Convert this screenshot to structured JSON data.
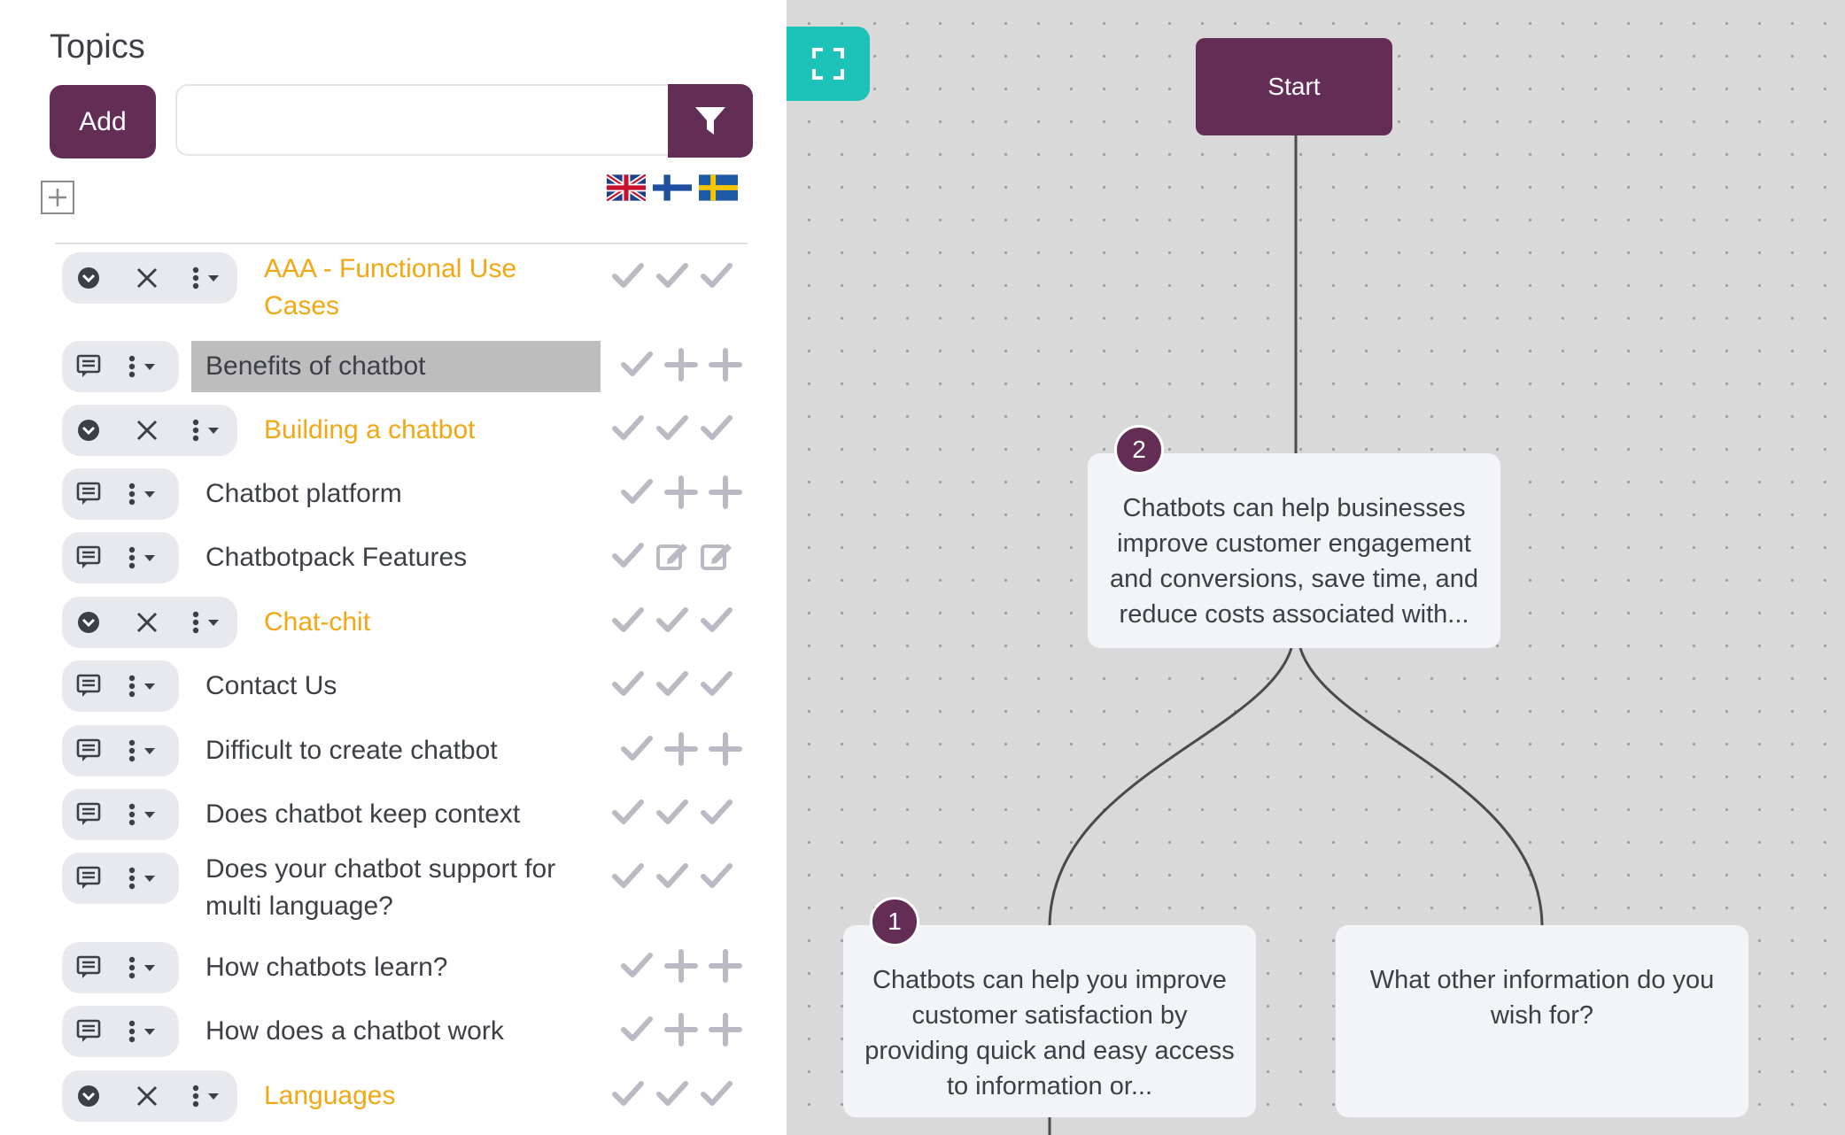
{
  "sidebar": {
    "title": "Topics",
    "add_label": "Add",
    "search": {
      "value": "",
      "placeholder": ""
    },
    "languages": [
      "English",
      "Finnish",
      "Swedish"
    ]
  },
  "topics": [
    {
      "label": "AAA - Functional Use Cases",
      "kind": "folder",
      "status": [
        "check",
        "check",
        "check"
      ]
    },
    {
      "label": "Benefits of chatbot",
      "kind": "leaf",
      "selected": true,
      "status": [
        "check",
        "plus",
        "plus"
      ]
    },
    {
      "label": "Building a chatbot",
      "kind": "folder",
      "status": [
        "check",
        "check",
        "check"
      ]
    },
    {
      "label": "Chatbot platform",
      "kind": "leaf",
      "status": [
        "check",
        "plus",
        "plus"
      ]
    },
    {
      "label": "Chatbotpack Features",
      "kind": "leaf",
      "status": [
        "check",
        "edit",
        "edit"
      ]
    },
    {
      "label": "Chat-chit",
      "kind": "folder",
      "status": [
        "check",
        "check",
        "check"
      ]
    },
    {
      "label": "Contact Us",
      "kind": "leaf",
      "status": [
        "check",
        "check",
        "check"
      ]
    },
    {
      "label": "Difficult to create chatbot",
      "kind": "leaf",
      "status": [
        "check",
        "plus",
        "plus"
      ]
    },
    {
      "label": "Does chatbot keep context",
      "kind": "leaf",
      "status": [
        "check",
        "check",
        "check"
      ]
    },
    {
      "label": "Does your chatbot support for multi language?",
      "kind": "leaf",
      "status": [
        "check",
        "check",
        "check"
      ]
    },
    {
      "label": "How chatbots learn?",
      "kind": "leaf",
      "status": [
        "check",
        "plus",
        "plus"
      ]
    },
    {
      "label": "How does a chatbot work",
      "kind": "leaf",
      "status": [
        "check",
        "plus",
        "plus"
      ]
    },
    {
      "label": "Languages",
      "kind": "folder",
      "status": [
        "check",
        "check",
        "check"
      ]
    }
  ],
  "flow": {
    "start_label": "Start",
    "nodes": [
      {
        "order": "2",
        "text": "Chatbots can help businesses improve customer engagement and conversions, save time, and reduce costs associated with..."
      },
      {
        "order": "1",
        "text": "Chatbots can help you improve customer satisfaction by providing quick and easy access to information or..."
      },
      {
        "order": "",
        "text": "What other information do you wish for?"
      }
    ]
  },
  "colors": {
    "brand": "#632d56",
    "folder_text": "#f3a712",
    "accent_teal": "#1cc1b8",
    "status_icon": "#b9bac4"
  },
  "icons": {
    "filter": "filter-icon",
    "expand_all": "plus-square-icon",
    "fullscreen": "fullscreen-icon",
    "folder_toggle": "chevron-circle-down-icon",
    "folder_remove": "close-icon",
    "leaf_type": "message-icon",
    "menu": "kebab-menu-icon",
    "caret": "caret-down-icon"
  }
}
